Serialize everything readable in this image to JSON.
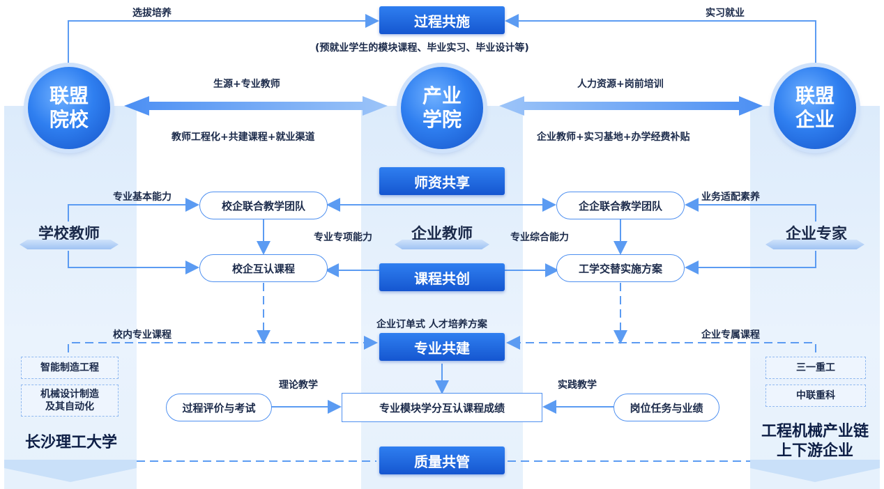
{
  "top": {
    "center_box": "过程共施",
    "center_note": "(预就业学生的模块课程、毕业实习、毕业设计等)",
    "left_label": "选拔培养",
    "right_label": "实习就业"
  },
  "circles": {
    "left": "联盟\n院校",
    "center": "产业\n学院",
    "right": "联盟\n企业"
  },
  "arrows": {
    "left_top": "生源+专业教师",
    "left_bottom": "教师工程化+共建课程+就业渠道",
    "right_top": "人力资源+岗前培训",
    "right_bottom": "企业教师+实习基地+办学经费补贴"
  },
  "sections": {
    "teachers_shared": "师资共享",
    "course_cocreate": "课程共创",
    "major_cobuild": "专业共建",
    "quality_comanage": "质量共管"
  },
  "pills": {
    "school_team": "校企联合教学团队",
    "enterprise_team": "企企联合教学团队",
    "mutual_course": "校企互认课程",
    "work_study_plan": "工学交替实施方案",
    "process_eval": "过程评价与考试",
    "job_task": "岗位任务与业绩"
  },
  "credit_box": "专业模块学分互认课程成绩",
  "roles": {
    "school_teacher": "学校教师",
    "enterprise_teacher": "企业教师",
    "enterprise_expert": "企业专家"
  },
  "labels": {
    "basic_ability": "专业基本能力",
    "special_ability": "专业专项能力",
    "comprehensive_ability": "专业综合能力",
    "business_fit": "业务适配素养",
    "school_course": "校内专业课程",
    "order_plan": "企业订单式 人才培养方案",
    "enterprise_course": "企业专属课程",
    "theory": "理论教学",
    "practice": "实践教学"
  },
  "left_column": {
    "major1": "智能制造工程",
    "major2": "机械设计制造\n及其自动化",
    "university": "长沙理工大学"
  },
  "right_column": {
    "company1": "三一重工",
    "company2": "中联重科",
    "chain": "工程机械产业链\n上下游企业"
  },
  "colors": {
    "primary": "#1a62dc",
    "line": "#5b9bf2",
    "column_bg": "#e4f0fc"
  }
}
